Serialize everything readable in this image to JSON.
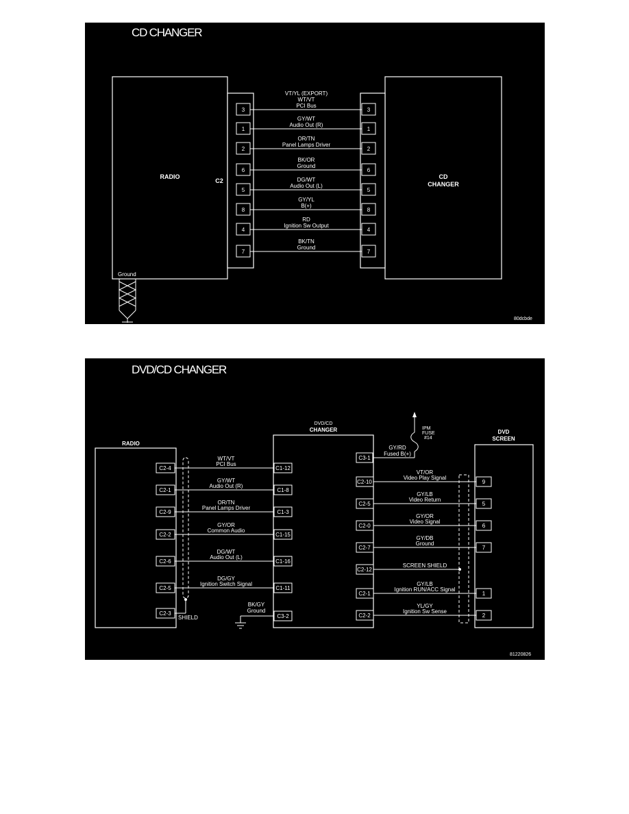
{
  "diagram1": {
    "title": "CD CHANGER",
    "left_component": "RADIO",
    "connector": "C2",
    "right_component": [
      "CD",
      "CHANGER"
    ],
    "ground_label": "Ground",
    "code": "80dcbde",
    "wires": [
      {
        "pin": "3",
        "labels": [
          "VT/YL (EXPORT)",
          "WT/VT",
          "PCI Bus"
        ]
      },
      {
        "pin": "1",
        "labels": [
          "GY/WT",
          "Audio Out (R)"
        ]
      },
      {
        "pin": "2",
        "labels": [
          "OR/TN",
          "Panel Lamps Driver"
        ]
      },
      {
        "pin": "6",
        "labels": [
          "BK/OR",
          "Ground"
        ]
      },
      {
        "pin": "5",
        "labels": [
          "DG/WT",
          "Audio Out (L)"
        ]
      },
      {
        "pin": "8",
        "labels": [
          "GY/YL",
          "B(+)"
        ]
      },
      {
        "pin": "4",
        "labels": [
          "RD",
          "Ignition Sw Output"
        ]
      },
      {
        "pin": "7",
        "labels": [
          "BK/TN",
          "Ground"
        ]
      }
    ]
  },
  "diagram2": {
    "title": "DVD/CD CHANGER",
    "radio_label": "RADIO",
    "changer_label": [
      "DVD/CD",
      "CHANGER"
    ],
    "screen_label": [
      "DVD",
      "SCREEN"
    ],
    "fuse_labels": [
      "IPM",
      "FUSE",
      "#14"
    ],
    "fused_labels": [
      "GY/RD",
      "Fused B(+)"
    ],
    "shield_label": "SHIELD",
    "ground_wire": {
      "labels": [
        "BK/GY",
        "Ground"
      ],
      "pin": "C3-2"
    },
    "code": "81220826",
    "left_wires": [
      {
        "radio_pin": "C2-4",
        "changer_pin": "C1-12",
        "labels": [
          "WT/VT",
          "PCI Bus"
        ]
      },
      {
        "radio_pin": "C2-1",
        "changer_pin": "C1-8",
        "labels": [
          "GY/WT",
          "Audio Out (R)"
        ]
      },
      {
        "radio_pin": "C2-9",
        "changer_pin": "C1-3",
        "labels": [
          "OR/TN",
          "Panel Lamps Driver"
        ]
      },
      {
        "radio_pin": "C2-2",
        "changer_pin": "C1-15",
        "labels": [
          "GY/OR",
          "Common Audio"
        ]
      },
      {
        "radio_pin": "C2-6",
        "changer_pin": "C1-16",
        "labels": [
          "DG/WT",
          "Audio Out (L)"
        ]
      },
      {
        "radio_pin": "C2-5",
        "changer_pin": "C1-11",
        "labels": [
          "DG/GY",
          "Ignition Switch Signal"
        ]
      },
      {
        "radio_pin": "C2-3",
        "changer_pin": "",
        "labels": []
      }
    ],
    "fused_pin": "C3-1",
    "right_wires": [
      {
        "changer_pin": "C2-10",
        "screen_pin": "9",
        "labels": [
          "VT/OR",
          "Video Play Signal"
        ]
      },
      {
        "changer_pin": "C2-5",
        "screen_pin": "5",
        "labels": [
          "GY/LB",
          "Video Return"
        ]
      },
      {
        "changer_pin": "C2-0",
        "screen_pin": "6",
        "labels": [
          "GY/OR",
          "Video Signal"
        ]
      },
      {
        "changer_pin": "C2-7",
        "screen_pin": "7",
        "labels": [
          "GY/DB",
          "Ground"
        ]
      },
      {
        "changer_pin": "C2-12",
        "screen_pin": "",
        "labels": [
          "SCREEN SHIELD"
        ]
      },
      {
        "changer_pin": "C2-1",
        "screen_pin": "1",
        "labels": [
          "GY/LB",
          "Ignition RUN/ACC Signal"
        ]
      },
      {
        "changer_pin": "C2-2",
        "screen_pin": "2",
        "labels": [
          "YL/GY",
          "Ignition Sw Sense"
        ]
      }
    ]
  }
}
